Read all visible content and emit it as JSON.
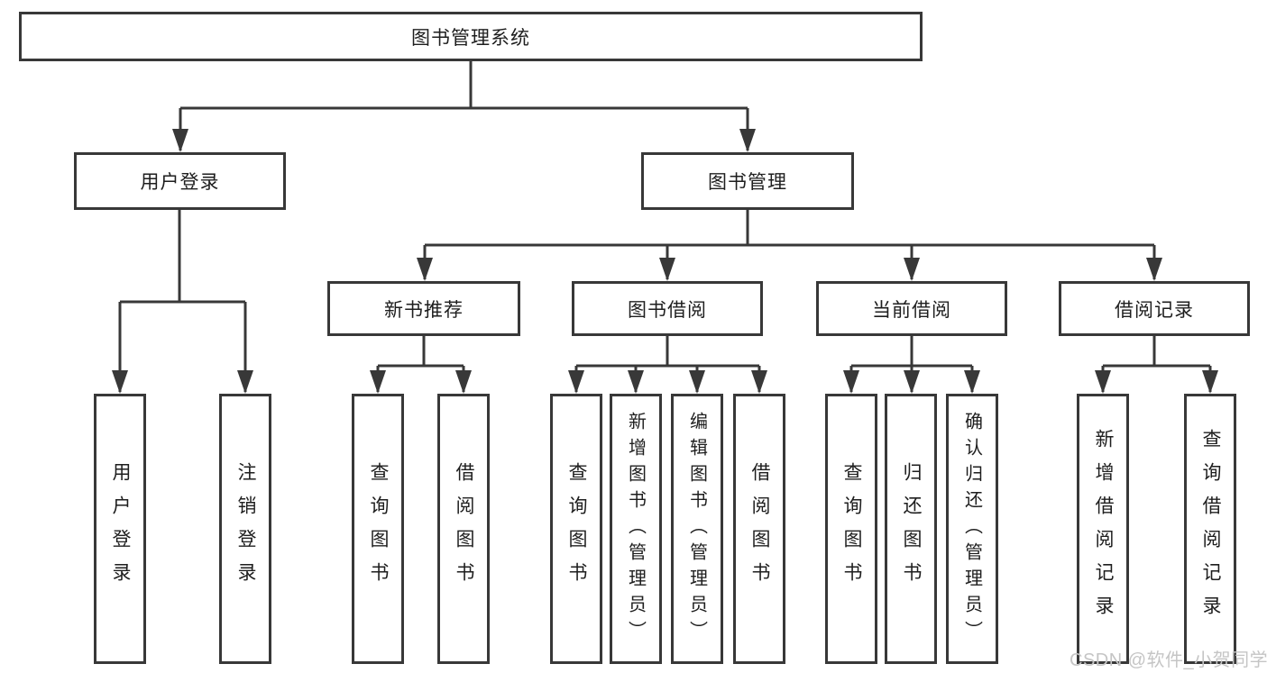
{
  "diagram_type": "function-structure-tree",
  "colors": {
    "line": "#383838",
    "box_border": "#383838",
    "text": "#1e1e1e",
    "background": "#ffffff",
    "watermark": "#c5c5c5"
  },
  "watermark": {
    "text": "CSDN @软件_小贺同学"
  },
  "tree": {
    "label": "图书管理系统",
    "children": [
      {
        "label": "用户登录",
        "children": [
          {
            "label": "用户登录"
          },
          {
            "label": "注销登录"
          }
        ]
      },
      {
        "label": "图书管理",
        "children": [
          {
            "label": "新书推荐",
            "children": [
              {
                "label": "查询图书"
              },
              {
                "label": "借阅图书"
              }
            ]
          },
          {
            "label": "图书借阅",
            "children": [
              {
                "label": "查询图书"
              },
              {
                "label": "新增图书（管理员）"
              },
              {
                "label": "编辑图书（管理员）"
              },
              {
                "label": "借阅图书"
              }
            ]
          },
          {
            "label": "当前借阅",
            "children": [
              {
                "label": "查询图书"
              },
              {
                "label": "归还图书"
              },
              {
                "label": "确认归还（管理员）"
              }
            ]
          },
          {
            "label": "借阅记录",
            "children": [
              {
                "label": "新增借阅记录"
              },
              {
                "label": "查询借阅记录"
              }
            ]
          }
        ]
      }
    ]
  }
}
